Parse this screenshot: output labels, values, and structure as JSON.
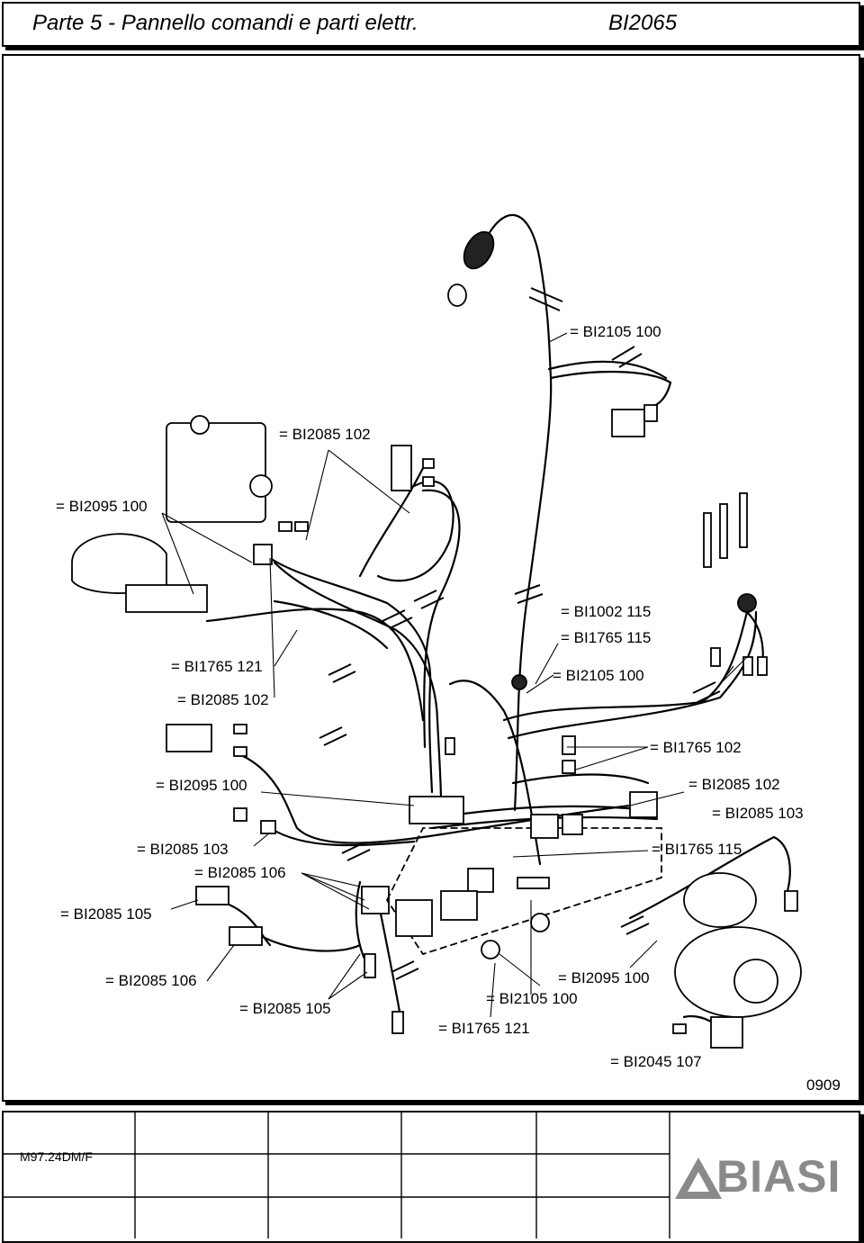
{
  "header": {
    "title": "Parte 5 - Pannello comandi e parti elettr.",
    "code": "BI2065"
  },
  "labels": [
    "= BI2105 100",
    "= BI2085 102",
    "= BI2095 100",
    "= BI1002 115",
    "= BI1765 115",
    "= BI1765 121",
    "= BI2105 100",
    "= BI2085 102",
    "= BI1765 102",
    "= BI2095 100",
    "= BI2085 102",
    "= BI2085 103",
    "= BI2085 103",
    "= BI1765 115",
    "= BI2085 106",
    "= BI2085 105",
    "= BI2085 106",
    "= BI2095 100",
    "= BI2105 100",
    "= BI2085 105",
    "= BI1765 121",
    "= BI2045 107"
  ],
  "revision": "0909",
  "footer": {
    "doc_code": "M97.24DM/F",
    "brand": "BIASI"
  }
}
